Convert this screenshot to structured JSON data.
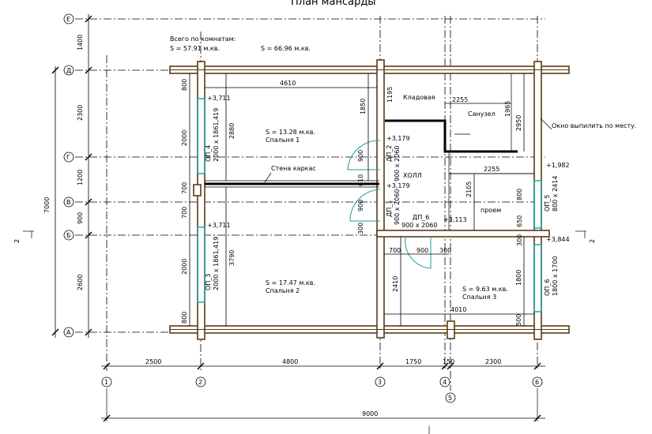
{
  "title": "План мансарды",
  "totals": {
    "heading": "Всего по комнатам:",
    "area_net": "S  =  57.91 м.кв.",
    "area_gross": "S  =  66.96 м.кв."
  },
  "axes": {
    "vertical": [
      "1",
      "2",
      "3",
      "4",
      "5",
      "6"
    ],
    "horizontal": [
      "А",
      "Б",
      "В",
      "Г",
      "Д",
      "Е"
    ]
  },
  "rooms": [
    {
      "area": "S  =  13.28 м.кв.",
      "name": "Спальня 1"
    },
    {
      "area": "S  =  17.47 м.кв.",
      "name": "Спальня 2"
    },
    {
      "area": "S  =  9.63 м.кв.",
      "name": "Спальня 3"
    },
    {
      "name": "Кладовая"
    },
    {
      "name": "Санузел"
    },
    {
      "name": "ХОЛЛ"
    },
    {
      "name": "проем"
    }
  ],
  "notes": {
    "frame_wall": "Стена каркас",
    "window_note": "Окно выпилить по месту."
  },
  "windows": [
    {
      "code": "ОП_4",
      "size": "2000 x 1861,419"
    },
    {
      "code": "ОП_3",
      "size": "2000 x 1861,419"
    },
    {
      "code": "ОП_5",
      "size": "800 x 2414"
    },
    {
      "code": "ОП_6",
      "size": "1800 x 1700"
    }
  ],
  "doors": [
    {
      "code": "ДП_2",
      "size": "900 x 2060"
    },
    {
      "code": "ДП_1",
      "size": "900 x 2060"
    },
    {
      "code": "ДП_6",
      "size": "900 x 2060"
    }
  ],
  "levels": [
    "+3,711",
    "+3,711",
    "+3,179",
    "+3,179",
    "+3,113",
    "+1,982",
    "+3,844"
  ],
  "section_mark": "2",
  "dims": {
    "bottom": [
      "2500",
      "4800",
      "1750",
      "150",
      "2300"
    ],
    "total_width": "9000",
    "left_outer": [
      "1400",
      "2300",
      "1200",
      "900",
      "2600"
    ],
    "total_height": "7000",
    "left_inner": [
      "800",
      "2000",
      "700",
      "700",
      "2000",
      "800"
    ],
    "interior": [
      "4610",
      "1850",
      "1195",
      "2255",
      "1965",
      "2950",
      "2880",
      "900",
      "610",
      "900",
      "300",
      "2255",
      "2105",
      "800",
      "650",
      "300",
      "3790",
      "700",
      "900",
      "300",
      "2410",
      "1800",
      "500",
      "4010"
    ]
  }
}
